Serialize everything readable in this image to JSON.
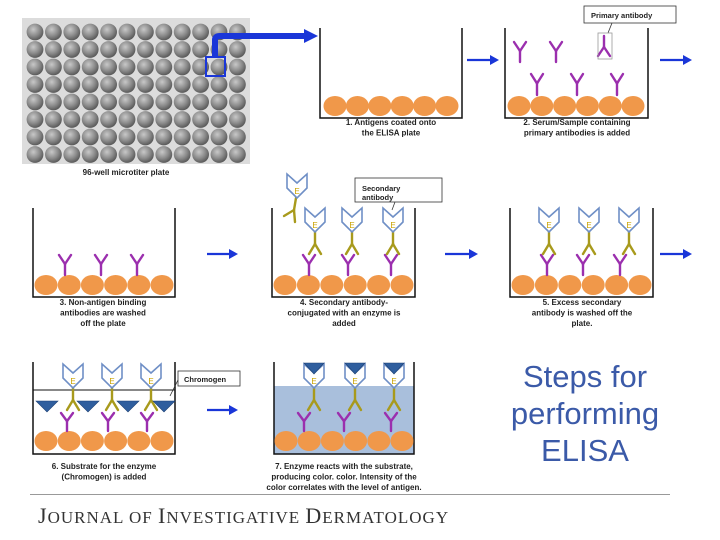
{
  "plate_caption": "96-well microtiter plate",
  "steps": [
    {
      "lines": [
        "1. Antigens coated onto",
        "the ELISA plate"
      ]
    },
    {
      "lines": [
        "2. Serum/Sample containing",
        "primary antibodies is added"
      ]
    },
    {
      "lines": [
        "3. Non-antigen binding",
        "antibodies are washed",
        "off the plate"
      ]
    },
    {
      "lines": [
        "4. Secondary antibody-",
        "conjugated with an enzyme is",
        "added"
      ]
    },
    {
      "lines": [
        "5. Excess secondary",
        "antibody is washed off the",
        "plate."
      ]
    },
    {
      "lines": [
        "6. Substrate for the enzyme",
        "(Chromogen) is added"
      ]
    },
    {
      "lines": [
        "7. Enzyme reacts with the substrate,",
        "producing color. color. Intensity of the",
        "color correlates with the level of antigen."
      ]
    }
  ],
  "callouts": {
    "primary": "Primary antibody",
    "secondary": [
      "Secondary",
      "antibody"
    ],
    "chromogen": "Chromogen"
  },
  "enzyme_letter": "E",
  "title_lines": [
    "Steps for",
    "performing",
    "ELISA"
  ],
  "footer": {
    "j": "J",
    "ournal": "OURNAL OF ",
    "i": "I",
    "nvestigative": "NVESTIGATIVE ",
    "d": "D",
    "ermatology": "ERMATOLOGY"
  },
  "colors": {
    "antigen": "#f0984a",
    "primary_ab": "#9b2fae",
    "secondary_ab": "#a89a1c",
    "enzyme_outline": "#6f8fc6",
    "chromogen": "#2f5e9e",
    "arrow": "#1a36d8",
    "well_gray": "#8c8c8c",
    "plate_bg": "#dcdcdc",
    "substrate_fill": "#a9bfdc",
    "title": "#3b5aa8"
  }
}
